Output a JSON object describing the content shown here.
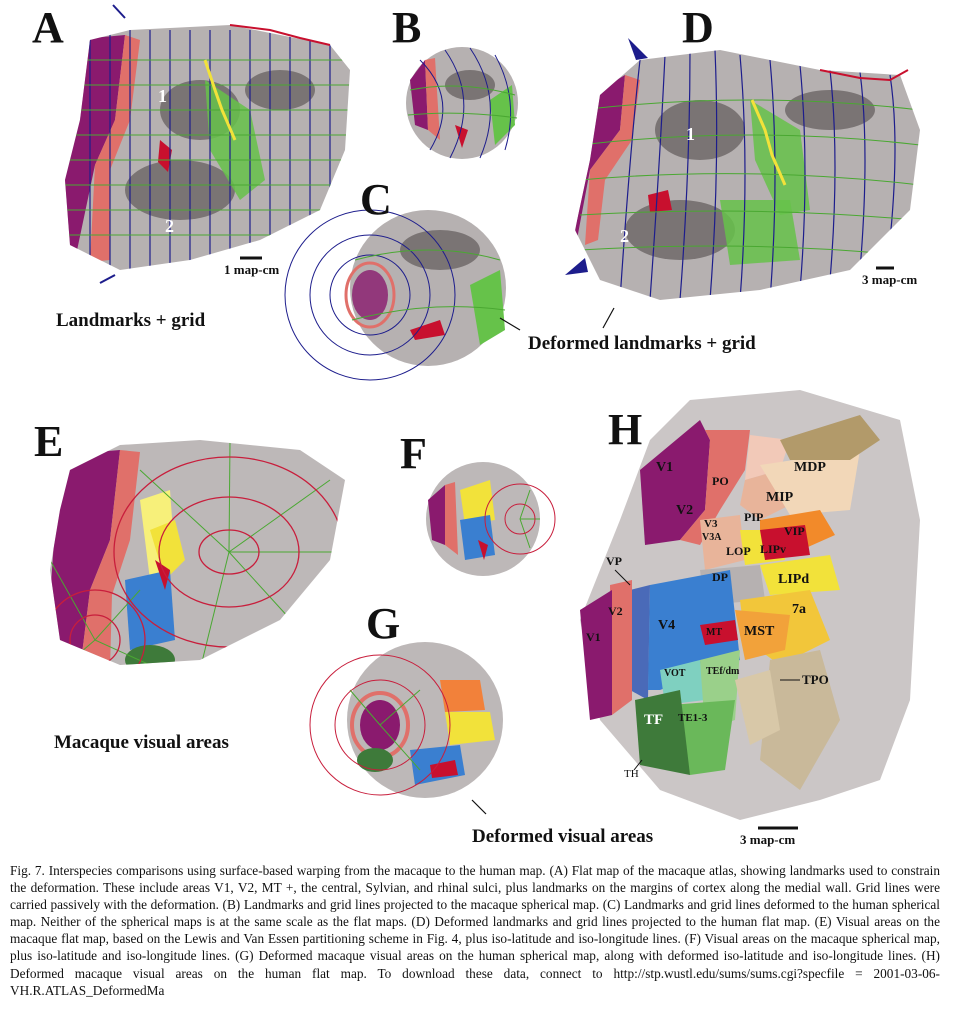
{
  "panels": {
    "A": "A",
    "B": "B",
    "C": "C",
    "D": "D",
    "E": "E",
    "F": "F",
    "G": "G",
    "H": "H"
  },
  "labels": {
    "landmarks_grid": "Landmarks + grid",
    "deformed_landmarks_grid": "Deformed  landmarks + grid",
    "macaque_visual_areas": "Macaque visual areas",
    "deformed_visual_areas": "Deformed visual areas",
    "landmark_1": "1",
    "landmark_2": "2"
  },
  "scale_bars": {
    "a": "1 map-cm",
    "d": "3 map-cm",
    "h": "3 map-cm"
  },
  "areas_h": {
    "v1_top": "V1",
    "v2_top": "V2",
    "v3": "V3",
    "v3a": "V3A",
    "po": "PO",
    "pip": "PIP",
    "mip": "MIP",
    "mdp": "MDP",
    "vip": "VIP",
    "lip_op": "LOP",
    "lipv": "LIPv",
    "lipd": "LIPd",
    "dp": "DP",
    "a7a": "7a",
    "vp": "VP",
    "v2_bot": "V2",
    "v1_bot": "V1",
    "v4": "V4",
    "mt": "MT",
    "mst": "MST",
    "vot": "VOT",
    "tefdm": "TEf/dm",
    "te13": "TE1-3",
    "tf": "TF",
    "tpo": "TPO",
    "th": "TH"
  },
  "caption": "Fig. 7. Interspecies comparisons using surface-based warping from the macaque to the human map. (A) Flat map of the macaque atlas, showing landmarks used to constrain the deformation. These include areas V1, V2, MT +, the central, Sylvian, and rhinal sulci, plus landmarks on the margins of cortex along the medial wall. Grid lines were carried passively with the deformation. (B) Landmarks and grid lines projected to the macaque spherical map. (C) Landmarks and grid lines deformed to the human spherical map. Neither of the spherical maps is at the same scale as the flat maps. (D) Deformed landmarks and grid lines projected to the human flat map. (E) Visual areas on the macaque flat map, based on the Lewis and Van Essen partitioning scheme in Fig. 4, plus iso-latitude and iso-longitude lines. (F) Visual areas on the macaque spherical map, plus iso-latitude and iso-longitude lines. (G) Deformed macaque visual areas on the human spherical map, along with deformed iso-latitude and iso-longitude lines. (H) Deformed macaque visual areas on the human flat map. To download these data, connect to http://stp.wustl.edu/sums/sums.cgi?specfile = 2001-03-06-VH.R.ATLAS_DeformedMa",
  "colors": {
    "v1": "#8a1a6e",
    "v2": "#e0706a",
    "grey_dark": "#7d7d7d",
    "grey_light": "#bdb8b8",
    "green": "#66c24a",
    "red": "#c8102e",
    "yellow": "#f2e23a",
    "blue": "#3a7fd0",
    "grid_blue": "#1d1d8c",
    "grid_green": "#4aa832",
    "grid_red": "#c81e3c"
  }
}
